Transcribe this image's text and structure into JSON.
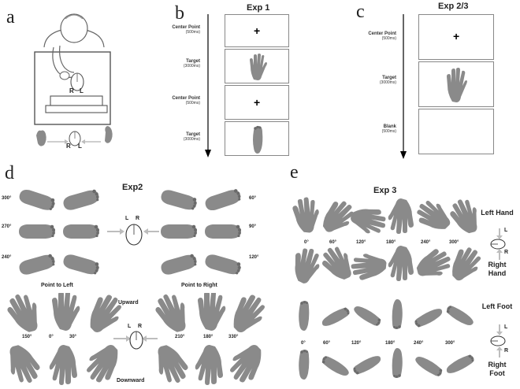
{
  "panels": {
    "a": {
      "label": "a",
      "mouse_labels": [
        "R",
        "L"
      ],
      "mouse_labels_small": [
        "R",
        "L"
      ]
    },
    "b": {
      "label": "b",
      "title": "Exp 1",
      "rows": [
        {
          "name": "Center Point",
          "ms": "(500ms)",
          "content": "+"
        },
        {
          "name": "Target",
          "ms": "(3000ms)",
          "content": "hand"
        },
        {
          "name": "Center Point",
          "ms": "(500ms)",
          "content": "+"
        },
        {
          "name": "Target",
          "ms": "(3000ms)",
          "content": "foot"
        }
      ]
    },
    "c": {
      "label": "c",
      "title": "Exp 2/3",
      "rows": [
        {
          "name": "Center Point",
          "ms": "(500ms)",
          "content": "+"
        },
        {
          "name": "Target",
          "ms": "(3000ms)",
          "content": "hand"
        },
        {
          "name": "Blank",
          "ms": "(500ms)",
          "content": ""
        }
      ]
    },
    "d": {
      "label": "d",
      "title": "Exp2",
      "left_angles": [
        "300°",
        "270°",
        "240°"
      ],
      "right_angles": [
        "60°",
        "90°",
        "120°"
      ],
      "point_left": "Point to Left",
      "point_right": "Point to Right",
      "upward": "Upward",
      "downward": "Downward",
      "hand_angles_left": [
        "150°",
        "0°",
        "30°"
      ],
      "hand_angles_right": [
        "210°",
        "180°",
        "330°"
      ],
      "mouse_top": [
        "L",
        "R"
      ],
      "mouse_bottom": [
        "L",
        "R"
      ]
    },
    "e": {
      "label": "e",
      "title": "Exp 3",
      "angles": [
        "0°",
        "60°",
        "120°",
        "180°",
        "240°",
        "300°"
      ],
      "left_hand": "Left Hand",
      "right_hand": "Right Hand",
      "left_foot": "Left Foot",
      "right_foot": "Right Foot",
      "mouse_marks": [
        "L",
        "R"
      ]
    }
  },
  "colors": {
    "limb": "#8a8a8a",
    "limb_dark": "#6a6a6a",
    "arrow": "#bdbdbd"
  }
}
